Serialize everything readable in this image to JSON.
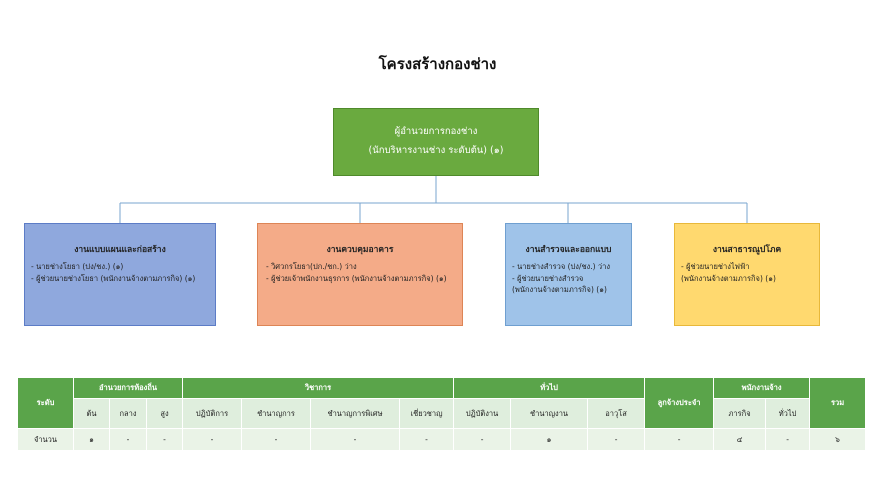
{
  "title": "โครงสร้างกองช่าง",
  "top": {
    "line1": "ผู้อำนวยการกองช่าง",
    "line2": "(นักบริหารงานช่าง ระดับต้น) (๑)"
  },
  "units": [
    {
      "head": "งานแบบแผนและก่อสร้าง",
      "lines": [
        "- นายช่างโยธา (ปง/ชง.) (๑)",
        "- ผู้ช่วยนายช่างโยธา (พนักงานจ้างตามภารกิจ) (๑)"
      ]
    },
    {
      "head": "งานควบคุมอาคาร",
      "lines": [
        "- วิศวกรโยธา(ปก./ชก.) ว่าง",
        "- ผู้ช่วยเจ้าพนักงานธุรการ (พนักงานจ้างตามภารกิจ) (๑)"
      ]
    },
    {
      "head": "งานสำรวจและออกแบบ",
      "lines": [
        "- นายช่างสำรวจ (ปง/ชง.) ว่าง",
        "- ผู้ช่วยนายช่างสำรวจ",
        "(พนักงานจ้างตามภารกิจ) (๑)"
      ]
    },
    {
      "head": "งานสาธารณูปโภค",
      "lines": [
        "- ผู้ช่วยนายช่างไฟฟ้า",
        "(พนักงานจ้างตามภารกิจ) (๑)"
      ]
    }
  ],
  "table": {
    "level_label": "ระดับ",
    "groups": {
      "local": "อำนวยการท้องถิ่น",
      "academic": "วิชาการ",
      "general": "ทั่วไป",
      "permanent": "ลูกจ้างประจำ",
      "staff": "พนักงานจ้าง",
      "total": "รวม"
    },
    "subheaders": {
      "local": [
        "ต้น",
        "กลาง",
        "สูง"
      ],
      "academic": [
        "ปฏิบัติการ",
        "ชำนาญการ",
        "ชำนาญการพิเศษ",
        "เชี่ยวชาญ"
      ],
      "general": [
        "ปฏิบัติงาน",
        "ชำนาญงาน",
        "อาวุโส"
      ],
      "staff": [
        "ภารกิจ",
        "ทั่วไป"
      ]
    },
    "row_label": "จำนวน",
    "values": [
      "๑",
      "-",
      "-",
      "-",
      "-",
      "-",
      "-",
      "-",
      "๑",
      "-",
      "-",
      "๔",
      "-",
      "๖"
    ]
  }
}
